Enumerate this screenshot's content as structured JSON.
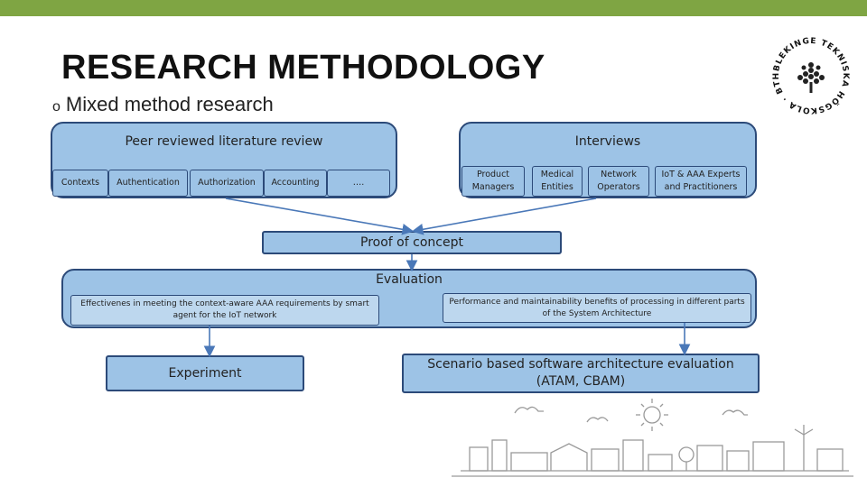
{
  "header": {
    "title": "RESEARCH METHODOLOGY",
    "bullet": "o",
    "subtitle": "Mixed method research"
  },
  "logo": {
    "icon": "bth-seal-icon",
    "text": "BLEKINGE TEKNISKA HÖGSKOLA · BTH"
  },
  "literature": {
    "title": "Peer reviewed literature review",
    "items": [
      "Contexts",
      "Authentication",
      "Authorization",
      "Accounting",
      "…."
    ]
  },
  "interviews": {
    "title": "Interviews",
    "items": [
      "Product Managers",
      "Medical Entities",
      "Network Operators",
      "IoT & AAA Experts and Practitioners"
    ]
  },
  "proof": {
    "label": "Proof of concept"
  },
  "evaluation": {
    "title": "Evaluation",
    "left": "Effectivenes in meeting the context-aware AAA requirements by smart agent  for the IoT network",
    "right": "Performance and maintainability benefits of processing in different parts of the System Architecture"
  },
  "outcomes": {
    "experiment": "Experiment",
    "scenario": "Scenario based software architecture  evaluation (ATAM, CBAM)"
  },
  "colors": {
    "accent_bar": "#7fa543",
    "box_fill": "#9dc3e6",
    "inner_fill": "#bdd7ee",
    "border": "#2c4a79",
    "arrow": "#4a78b8"
  },
  "decoration": {
    "icon": "city-skyline-illustration-icon"
  }
}
